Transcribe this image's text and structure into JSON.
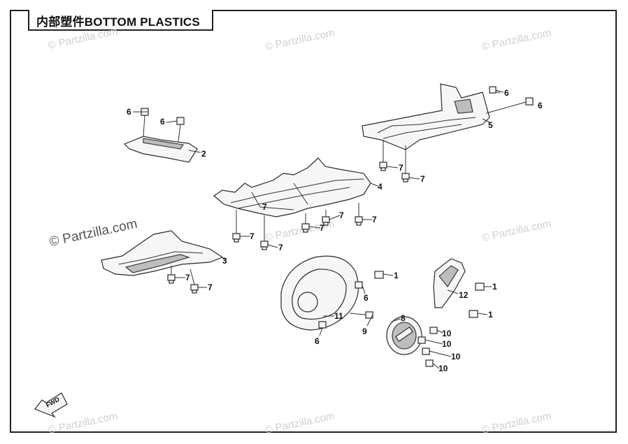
{
  "title": "内部塑件BOTTOM PLASTICS",
  "watermark": {
    "text": "© Partzilla.com",
    "prominent_text": "© Partzilla.com",
    "color": "#cfcfcf"
  },
  "direction_arrow": {
    "label": "FWD"
  },
  "callouts": {
    "p1a": "1",
    "p1b": "1",
    "p1c": "1",
    "p2": "2",
    "p3": "3",
    "p4": "4",
    "p5": "5",
    "p6a": "6",
    "p6b": "6",
    "p6c": "6",
    "p6d": "6",
    "p6e": "6",
    "p6f": "6",
    "p7a": "7",
    "p7b": "7",
    "p7c": "7",
    "p7d": "7",
    "p7e": "7",
    "p7f": "7",
    "p7g": "7",
    "p7h": "7",
    "p7i": "7",
    "p7j": "7",
    "p8": "8",
    "p9": "9",
    "p10a": "10",
    "p10b": "10",
    "p10c": "10",
    "p10d": "10",
    "p11": "11",
    "p12": "12"
  }
}
